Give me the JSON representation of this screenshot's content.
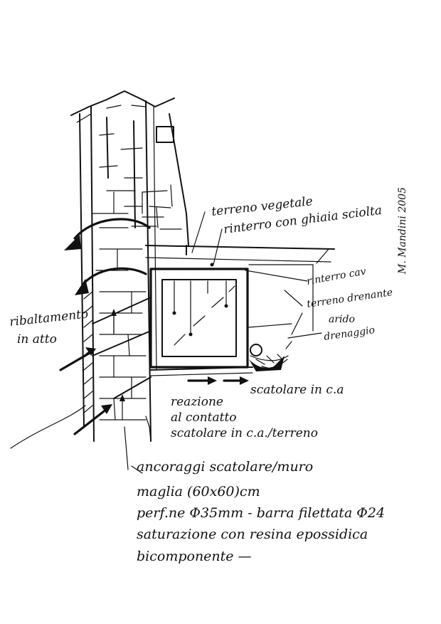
{
  "labels": {
    "terreno_vegetale": "terreno vegetale",
    "rinterro_ciottoli": "rinterro con ghiaia sciolta",
    "rinterro_cav": "rinterro cav",
    "terreno_drenante": "terreno drenante",
    "arido": "arido",
    "drenaggio": "drenaggio",
    "ribaltamento_1": "ribaltamento",
    "ribaltamento_2": "in atto",
    "reazione_1": "reazione",
    "reazione_2": "al contatto",
    "reazione_3": "scatolare in c.a./terreno",
    "scatolare": "scatolare in c.a",
    "signature": "M. Mandini 2005"
  },
  "notes": [
    "ancoraggi scatolare/muro",
    "maglia (60x60)cm",
    "perf.ne Φ35mm - barra filettata Φ24",
    "saturazione con resina epossidica",
    "bicomponente —"
  ]
}
